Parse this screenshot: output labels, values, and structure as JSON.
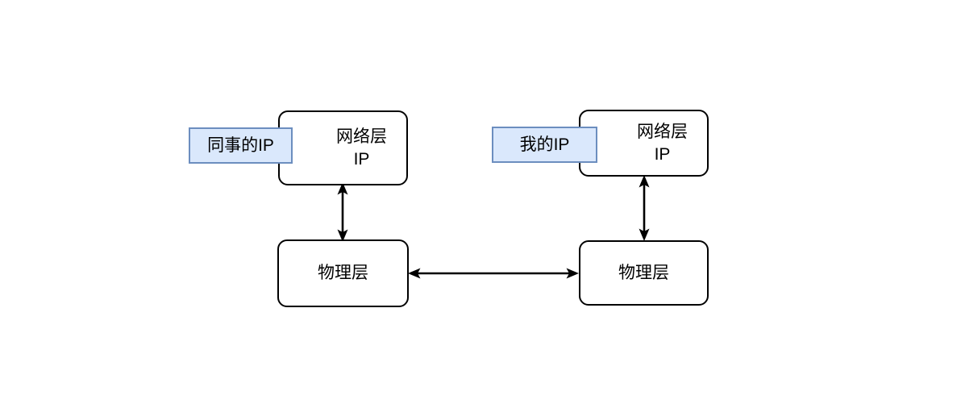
{
  "diagram": {
    "type": "network-stack-comparison",
    "background_color": "#ffffff",
    "node_fill": "#ffffff",
    "node_stroke": "#000000",
    "badge_fill": "#dae8fc",
    "badge_stroke": "#6c8ebf",
    "edge_color": "#000000",
    "nodes": [
      {
        "id": "network-left",
        "label": "网络层\nIP",
        "side": "left"
      },
      {
        "id": "physical-left",
        "label": "物理层",
        "side": "left"
      },
      {
        "id": "network-right",
        "label": "网络层\nIP",
        "side": "right"
      },
      {
        "id": "physical-right",
        "label": "物理层",
        "side": "right"
      }
    ],
    "badges": [
      {
        "id": "ip-colleague",
        "label": "同事的IP",
        "attached_to": "network-left"
      },
      {
        "id": "ip-mine",
        "label": "我的IP",
        "attached_to": "network-right"
      }
    ],
    "edges": [
      {
        "id": "left-stack",
        "from": "network-left",
        "to": "physical-left",
        "direction": "both",
        "orientation": "vertical"
      },
      {
        "id": "right-stack",
        "from": "network-right",
        "to": "physical-right",
        "direction": "both",
        "orientation": "vertical"
      },
      {
        "id": "link",
        "from": "physical-left",
        "to": "physical-right",
        "direction": "both",
        "orientation": "horizontal"
      }
    ]
  }
}
